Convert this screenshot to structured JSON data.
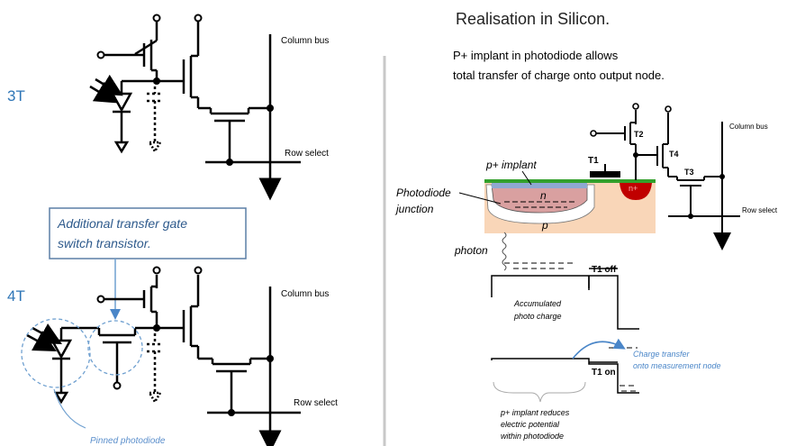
{
  "left": {
    "label_3t": "3T",
    "label_4t": "4T",
    "column_bus_3t": "Column bus",
    "row_select_3t": "Row select",
    "column_bus_4t": "Column bus",
    "row_select_4t": "Row select",
    "callout_line1": "Additional transfer gate",
    "callout_line2": "switch transistor.",
    "pinned_photodiode": "Pinned photodiode"
  },
  "right": {
    "title": "Realisation in Silicon.",
    "subtitle_line1": "P+ implant in photodiode allows",
    "subtitle_line2": "total transfer of charge onto output node.",
    "t1": "T1",
    "t2": "T2",
    "t3": "T3",
    "t4": "T4",
    "column_bus": "Column bus",
    "row_select": "Row select",
    "p_implant": "p+ implant",
    "photodiode_junction_1": "Photodiode",
    "photodiode_junction_2": "junction",
    "n_label": "n",
    "p_label": "p",
    "pplus_label": "n+",
    "photon": "photon",
    "t1_off": "T1 off",
    "t1_on": "T1 on",
    "accumulated_1": "Accumulated",
    "accumulated_2": "photo charge",
    "charge_transfer_1": "Charge transfer",
    "charge_transfer_2": "onto measurement node",
    "p_reduces_1": "p+ implant reduces",
    "p_reduces_2": "electric potential",
    "p_reduces_3": "within photodiode"
  },
  "colors": {
    "blue_label": "#2e75b6",
    "callout_border": "#5b7fa6",
    "callout_text": "#2e5a8c",
    "dashed_circle": "#6fa0d0",
    "pinned_text": "#5b8fcc",
    "substrate": "#f9d6b8",
    "n_well": "#d9a0a0",
    "green_layer": "#33a02c",
    "red_node": "#c00000",
    "charge_text": "#4a86c8"
  }
}
